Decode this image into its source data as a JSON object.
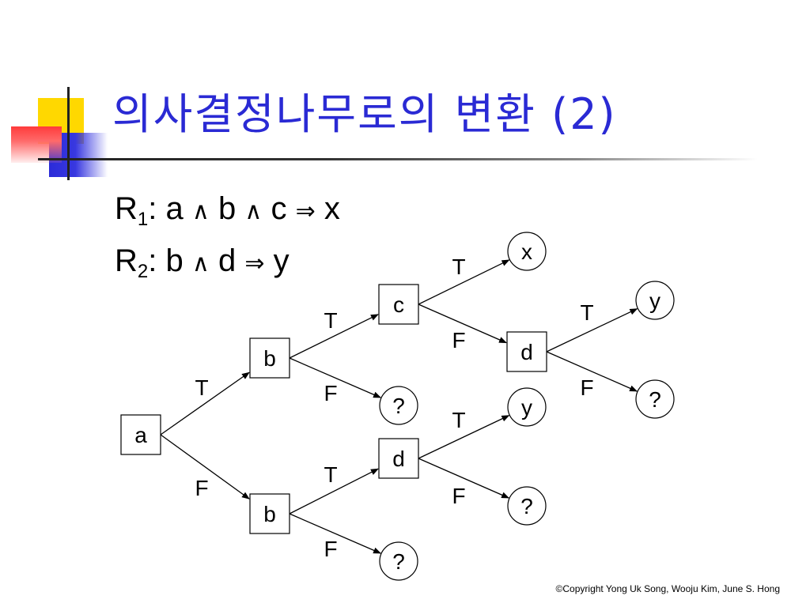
{
  "slide": {
    "title": "의사결정나무로의 변환 (2)",
    "accent_color": "#2a2ad4",
    "rules": [
      {
        "prefix": "R",
        "sub": "1",
        "parts": [
          ":",
          "a",
          "∧",
          "b",
          "∧",
          "c",
          "⇒",
          "x"
        ]
      },
      {
        "prefix": "R",
        "sub": "2",
        "parts": [
          ":",
          "b",
          "∧",
          "d",
          "⇒",
          "y"
        ]
      }
    ],
    "copyright": "©Copyright Yong Uk Song, Wooju Kim, June S. Hong"
  },
  "tree": {
    "nodes": [
      {
        "id": "a",
        "label": "a",
        "shape": "box"
      },
      {
        "id": "b1",
        "label": "b",
        "shape": "box"
      },
      {
        "id": "b2",
        "label": "b",
        "shape": "box"
      },
      {
        "id": "c",
        "label": "c",
        "shape": "box"
      },
      {
        "id": "q1",
        "label": "?",
        "shape": "circle"
      },
      {
        "id": "d1",
        "label": "d",
        "shape": "box"
      },
      {
        "id": "q2",
        "label": "?",
        "shape": "circle"
      },
      {
        "id": "x",
        "label": "x",
        "shape": "circle"
      },
      {
        "id": "d2",
        "label": "d",
        "shape": "box"
      },
      {
        "id": "y1",
        "label": "y",
        "shape": "circle"
      },
      {
        "id": "q3",
        "label": "?",
        "shape": "circle"
      },
      {
        "id": "y2",
        "label": "y",
        "shape": "circle"
      },
      {
        "id": "q4",
        "label": "?",
        "shape": "circle"
      }
    ],
    "edges": [
      {
        "from": "a",
        "to": "b1",
        "label": "T"
      },
      {
        "from": "a",
        "to": "b2",
        "label": "F"
      },
      {
        "from": "b1",
        "to": "c",
        "label": "T"
      },
      {
        "from": "b1",
        "to": "q1",
        "label": "F"
      },
      {
        "from": "b2",
        "to": "d1",
        "label": "T"
      },
      {
        "from": "b2",
        "to": "q2",
        "label": "F"
      },
      {
        "from": "c",
        "to": "x",
        "label": "T"
      },
      {
        "from": "c",
        "to": "d2",
        "label": "F"
      },
      {
        "from": "d1",
        "to": "y1",
        "label": "T"
      },
      {
        "from": "d1",
        "to": "q3",
        "label": "F"
      },
      {
        "from": "d2",
        "to": "y2",
        "label": "T"
      },
      {
        "from": "d2",
        "to": "q4",
        "label": "F"
      }
    ]
  }
}
